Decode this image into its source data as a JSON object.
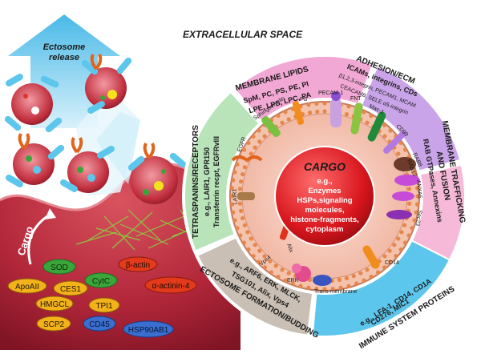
{
  "title": "EXTRACELLULAR SPACE",
  "ectosome_label": [
    "Ectosome",
    "release"
  ],
  "cargo_side_label": "Cargo",
  "center": {
    "heading": "CARGO",
    "lines": [
      "e.g.,",
      "Enzymes",
      "HSPs,signaling",
      "molecules,",
      "histone-fragments,",
      "cytoplasm"
    ]
  },
  "sectors": {
    "membrane_lipids": {
      "title": "MEMBRANE LIPIDS",
      "lines": [
        "SpM, PC, PS, PE, PI",
        "LPE, LPS, LPC, PA"
      ]
    },
    "adhesion": {
      "title": "ADHESION/ECM",
      "lines": [
        "ICAMs, integrins, CDs",
        "β1,2,3-integrin, PECAM1, MCAM",
        "CEACAM8, SELE α5-integrin"
      ]
    },
    "trafficking": {
      "title_lines": [
        "MEMBRANE TRAFFICKING",
        "AND FUSION"
      ],
      "sub": "RAB GTPases, Annexins"
    },
    "immune": {
      "title": "IMMUNE SYSTEM PROTEINS",
      "lines": [
        "e.g., LFA-1, CD14, CD1A",
        "CD276, MIC1"
      ]
    },
    "formation": {
      "title": "ECTOSOME FORMATION/BUDDING",
      "lines": [
        "e.g., ARF6, ERK, MLCK,",
        "TSG101, Alix, Vps4"
      ]
    },
    "tetraspanins": {
      "title": "TETRASPANINS/RECEPTORS",
      "lines": [
        "e.g., LAIR1, GPR150",
        "Transferrin recpt, EGFRvIII"
      ]
    }
  },
  "membrane_labels": [
    "Sphingomyelin",
    "PS",
    "PECAM-1",
    "FNT",
    "Mac-1",
    "CD99",
    "RAB8",
    "RAB13",
    "ANXA5",
    "Sec23",
    "CD14",
    "Trans-membrane",
    "ERK",
    "Vps4",
    "Alix",
    "LAIR1",
    "EGFR"
  ],
  "cargo_pills": [
    {
      "label": "SOD",
      "color": "#3aa63a"
    },
    {
      "label": "β-actin",
      "color": "#e23a1a"
    },
    {
      "label": "ApoAII",
      "color": "#f3b21a"
    },
    {
      "label": "CES1",
      "color": "#f3b21a"
    },
    {
      "label": "CytC",
      "color": "#3aa63a"
    },
    {
      "label": "α-actinin-4",
      "color": "#e23a1a"
    },
    {
      "label": "HMGCL",
      "color": "#f3b21a"
    },
    {
      "label": "TPI1",
      "color": "#f3b21a"
    },
    {
      "label": "SCP2",
      "color": "#f3b21a"
    },
    {
      "label": "CD45",
      "color": "#3a6fd0"
    },
    {
      "label": "HSP90AB1",
      "color": "#3a6fd0"
    }
  ],
  "colors": {
    "lipids": "#f2a8d4",
    "adhesion": "#c9a4e8",
    "trafficking": "#f6b9d7",
    "immune": "#5cc6ec",
    "formation": "#c9bfb4",
    "tetraspanins": "#b9e3b9",
    "cell": "#b3273a",
    "arrow": "#5cc6ec"
  }
}
